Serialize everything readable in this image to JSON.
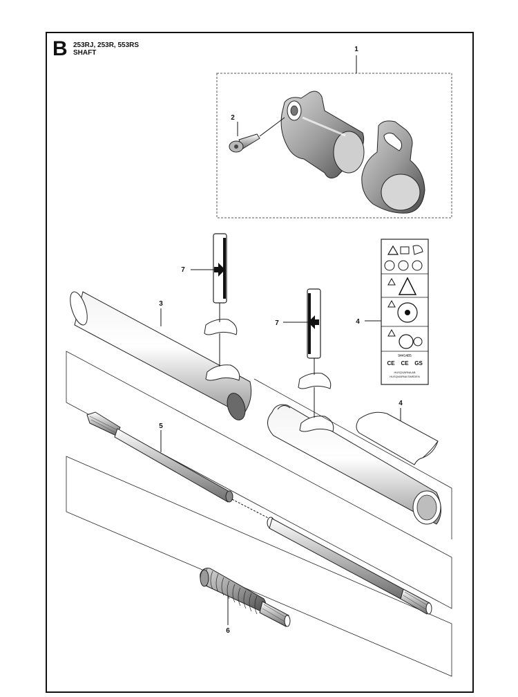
{
  "header": {
    "section_letter": "B",
    "models": "253RJ, 253R, 553RS",
    "title": "SHAFT"
  },
  "callouts": [
    {
      "id": "c1",
      "label": "1"
    },
    {
      "id": "c2",
      "label": "2"
    },
    {
      "id": "c3",
      "label": "3"
    },
    {
      "id": "c4a",
      "label": "4"
    },
    {
      "id": "c4b",
      "label": "4"
    },
    {
      "id": "c5",
      "label": "5"
    },
    {
      "id": "c6",
      "label": "6"
    },
    {
      "id": "c7a",
      "label": "7"
    },
    {
      "id": "c7b",
      "label": "7"
    }
  ],
  "label_sticker": {
    "code": "9441485",
    "maker_line1": "HUSQVARNA AB",
    "maker_line2": "HUSQVARNA SWEDEN",
    "marks": [
      "CE",
      "CE",
      "GS"
    ]
  },
  "icons": [
    "warning-triangle-icon",
    "manual-book-icon",
    "ear-protection-icon",
    "eye-protection-icon",
    "glove-icon",
    "arrow-right-icon",
    "arrow-left-icon"
  ]
}
